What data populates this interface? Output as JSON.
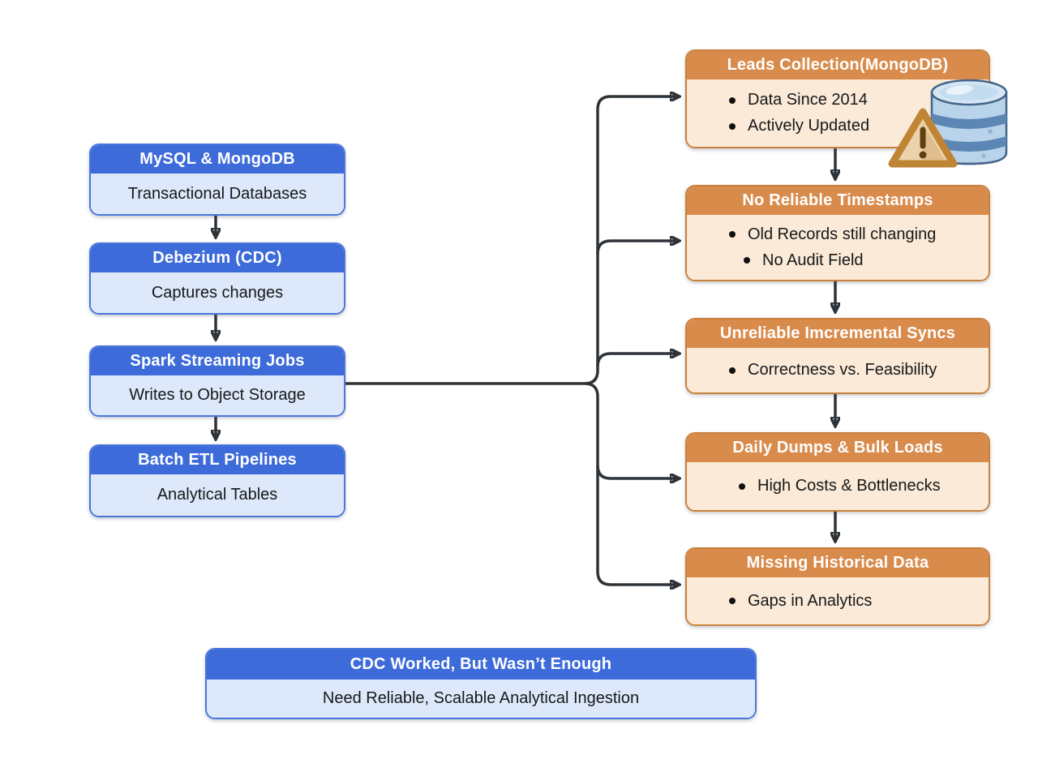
{
  "colors": {
    "blue_header": "#3d6bd9",
    "blue_body": "#dde9fa",
    "blue_border": "#4a76db",
    "orange_header": "#d98b4c",
    "orange_body": "#fbead7",
    "orange_border": "#c8803c",
    "connector": "#2e3338",
    "header_text": "#ffffff",
    "body_text": "#17181a"
  },
  "source_pipeline": {
    "boxes": [
      {
        "title": "MySQL & MongoDB",
        "subtitle": "Transactional Databases"
      },
      {
        "title": "Debezium (CDC)",
        "subtitle": "Captures changes"
      },
      {
        "title": "Spark Streaming Jobs",
        "subtitle": "Writes to Object Storage"
      },
      {
        "title": "Batch ETL Pipelines",
        "subtitle": "Analytical Tables"
      }
    ]
  },
  "problem_stack": {
    "boxes": [
      {
        "title": "Leads Collection(MongoDB)",
        "bullets": [
          "Data Since 2014",
          "Actively Updated"
        ]
      },
      {
        "title": "No Reliable Timestamps",
        "bullets": [
          "Old Records still changing",
          "No Audit Field"
        ]
      },
      {
        "title": "Unreliable Imcremental Syncs",
        "bullets": [
          "Correctness vs. Feasibility"
        ]
      },
      {
        "title": "Daily Dumps & Bulk Loads",
        "bullets": [
          "High Costs & Bottlenecks"
        ]
      },
      {
        "title": "Missing Historical Data",
        "bullets": [
          "Gaps in Analytics"
        ]
      }
    ]
  },
  "conclusion": {
    "title": "CDC Worked, But Wasn’t Enough",
    "subtitle": "Need Reliable, Scalable Analytical Ingestion"
  },
  "icons": {
    "database_warning": "database-warning-icon"
  }
}
